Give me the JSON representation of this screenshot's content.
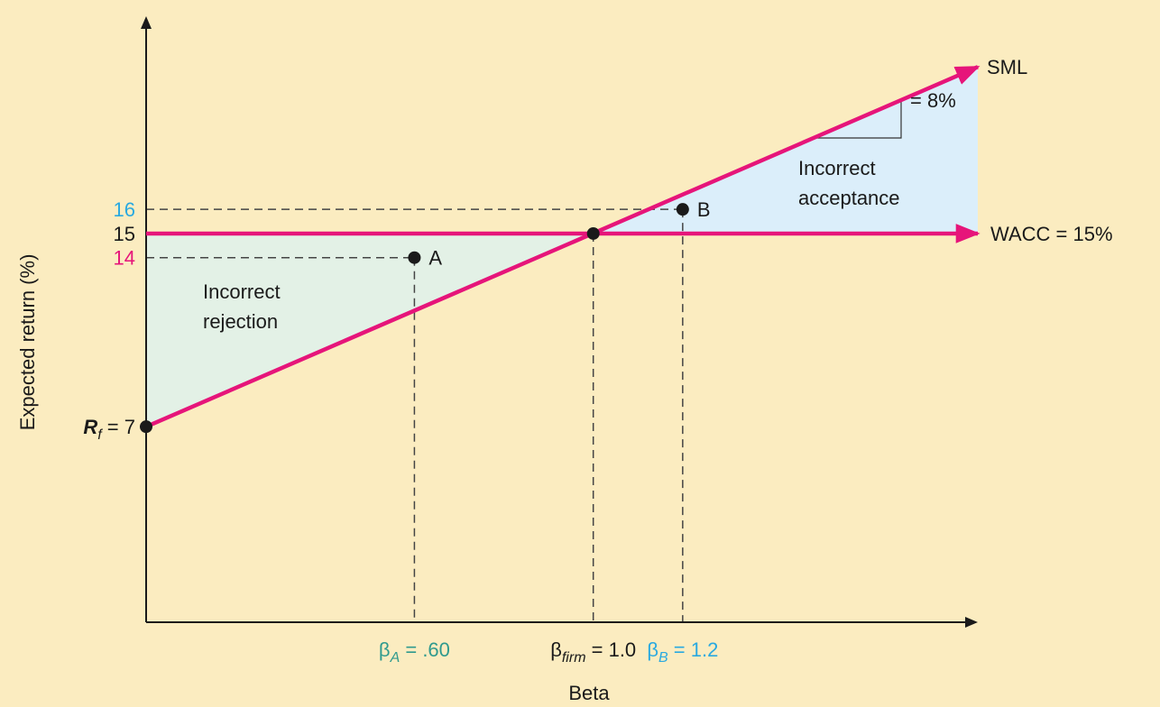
{
  "chart_data": {
    "type": "line",
    "title": "",
    "xlabel": "Beta",
    "ylabel": "Expected return (%)",
    "series": [
      {
        "name": "SML",
        "x": [
          0,
          1.0,
          1.86
        ],
        "y": [
          7,
          15,
          21.9
        ]
      },
      {
        "name": "WACC = 15%",
        "x": [
          0,
          1.86
        ],
        "y": [
          15,
          15
        ]
      }
    ],
    "points": [
      {
        "name": "R_f",
        "x": 0,
        "y": 7
      },
      {
        "name": "A",
        "x": 0.6,
        "y": 14
      },
      {
        "name": "firm",
        "x": 1.0,
        "y": 15
      },
      {
        "name": "B",
        "x": 1.2,
        "y": 16
      }
    ],
    "regions": [
      {
        "label_line1": "Incorrect",
        "label_line2": "rejection",
        "color": "#e3f1e6"
      },
      {
        "label_line1": "Incorrect",
        "label_line2": "acceptance",
        "color": "#dbeefa"
      }
    ],
    "y_ticks": [
      {
        "label": "16",
        "value": 16,
        "color": "#29a9e0"
      },
      {
        "label": "15",
        "value": 15,
        "color": "#1a1a1a"
      },
      {
        "label": "14",
        "value": 14,
        "color": "#e6157a"
      }
    ],
    "x_ticks": [
      {
        "sym": "β",
        "sub": "A",
        "rest": " = .60",
        "value": 0.6,
        "color": "#2f9a8e"
      },
      {
        "sym": "β",
        "sub": "firm",
        "rest": " = 1.0",
        "value": 1.0,
        "color": "#1a1a1a"
      },
      {
        "sym": "β",
        "sub": "B",
        "rest": " = 1.2",
        "value": 1.2,
        "color": "#29a9e0"
      }
    ],
    "rf_label": {
      "sym": "R",
      "sub": "f",
      "rest": " = 7"
    },
    "slope_label": "= 8%",
    "sml_label": "SML",
    "wacc_label": "WACC = 15%",
    "xlim": [
      0,
      1.86
    ],
    "ylim": [
      -1.1,
      24
    ],
    "colors": {
      "line": "#e6157a",
      "background": "#fbecc0",
      "axis": "#1a1a1a"
    }
  }
}
